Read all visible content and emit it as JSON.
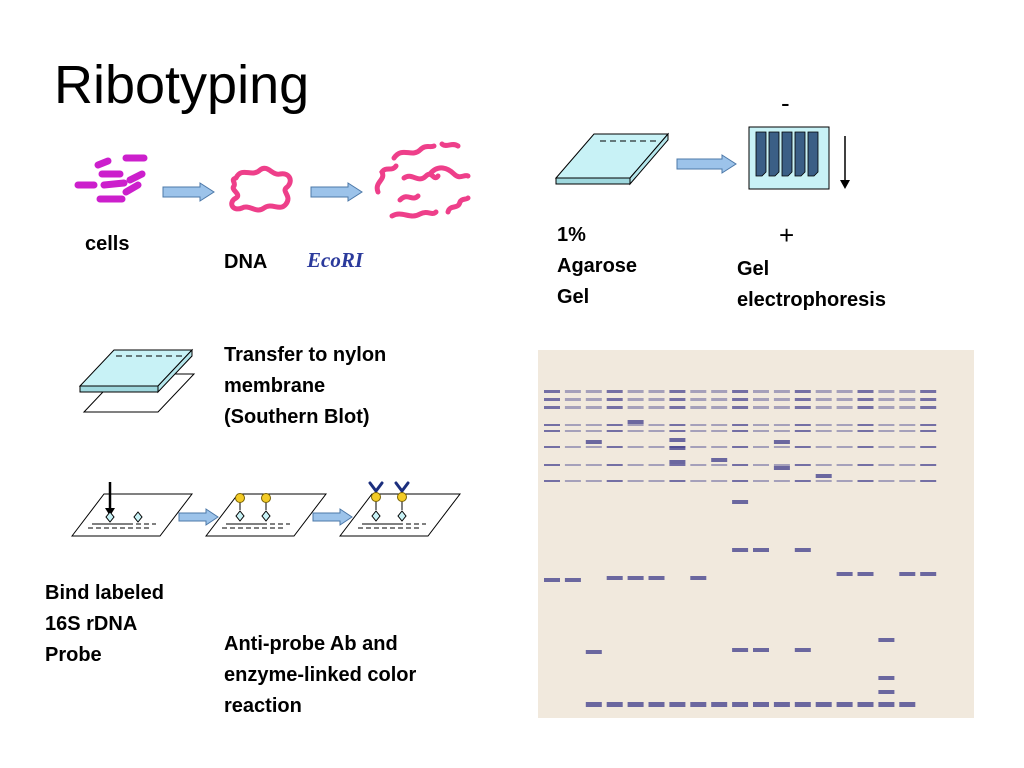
{
  "title": "Ribotyping",
  "labels": {
    "cells": "cells",
    "dna": "DNA",
    "enzyme": "EcoRI",
    "agarose": [
      "1%",
      "Agarose",
      "Gel"
    ],
    "gel_minus": "-",
    "gel_plus": "+",
    "gel_electro": [
      "Gel",
      "electrophoresis"
    ],
    "transfer": [
      "Transfer to nylon",
      "membrane",
      "(Southern Blot)"
    ],
    "bind": [
      "Bind labeled",
      "16S rDNA",
      "Probe"
    ],
    "antiprobe": [
      "Anti-probe Ab and",
      "enzyme-linked color",
      "reaction"
    ]
  },
  "colors": {
    "accent_pink": "#ee3f8a",
    "cell_magenta": "#cc1fcc",
    "gel_cyan": "#c8f2f6",
    "arrow_fill": "#9cc3ea",
    "enzyme_blue": "#2b3a9c",
    "blot_background": "#f1e9dd",
    "band_color": "#4a4690"
  },
  "icons": {
    "process_arrow": "right-arrow-icon",
    "current_direction": "down-arrow-icon",
    "probe_label": "yellow-circle-icon",
    "antibody": "y-shape-icon"
  }
}
